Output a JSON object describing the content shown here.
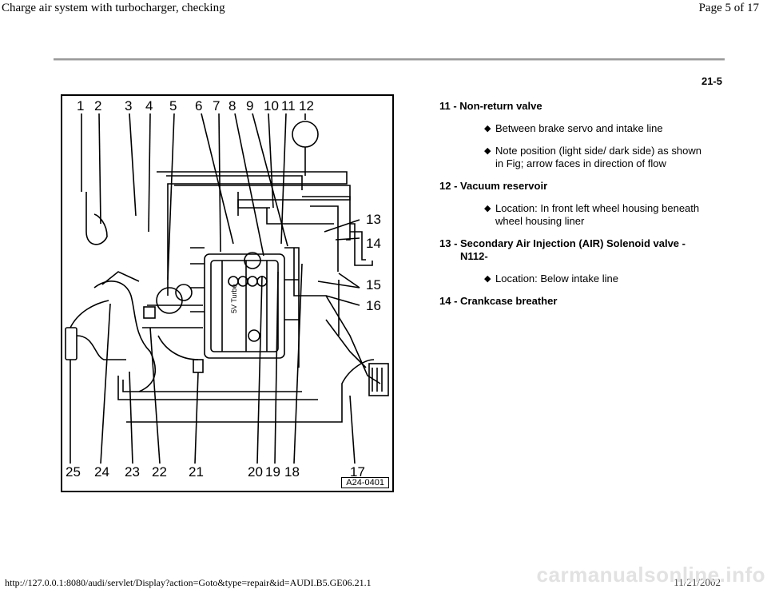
{
  "header": {
    "title": "Charge air system with turbocharger, checking",
    "page": "Page 5 of 17"
  },
  "page_number": "21-5",
  "figure": {
    "callouts_top": [
      "1",
      "2",
      "3",
      "4",
      "5",
      "6",
      "7",
      "8",
      "9",
      "10",
      "11",
      "12"
    ],
    "callouts_right": [
      "13",
      "14",
      "15",
      "16"
    ],
    "callouts_bottom": [
      "25",
      "24",
      "23",
      "22",
      "21",
      "20",
      "19",
      "18",
      "17"
    ],
    "engine_text": "5V Turbo",
    "tag": "A24-0401"
  },
  "legend": [
    {
      "num": "11 - ",
      "label": "Non-return valve",
      "bullets": [
        "Between brake servo and intake line",
        "Note position (light side/ dark side) as shown in Fig; arrow faces in direction of flow"
      ]
    },
    {
      "num": "12 - ",
      "label": "Vacuum reservoir",
      "bullets": [
        "Location: In front left wheel housing beneath wheel housing liner"
      ]
    },
    {
      "num": "13 - ",
      "label": "Secondary Air Injection (AIR) Solenoid valve -N112-",
      "bullets": [
        "Location: Below intake line"
      ]
    },
    {
      "num": "14 - ",
      "label": "Crankcase breather",
      "bullets": []
    }
  ],
  "footer": {
    "url": "http://127.0.0.1:8080/audi/servlet/Display?action=Goto&type=repair&id=AUDI.B5.GE06.21.1",
    "date": "11/21/2002",
    "watermark": "carmanualsonline.info"
  }
}
